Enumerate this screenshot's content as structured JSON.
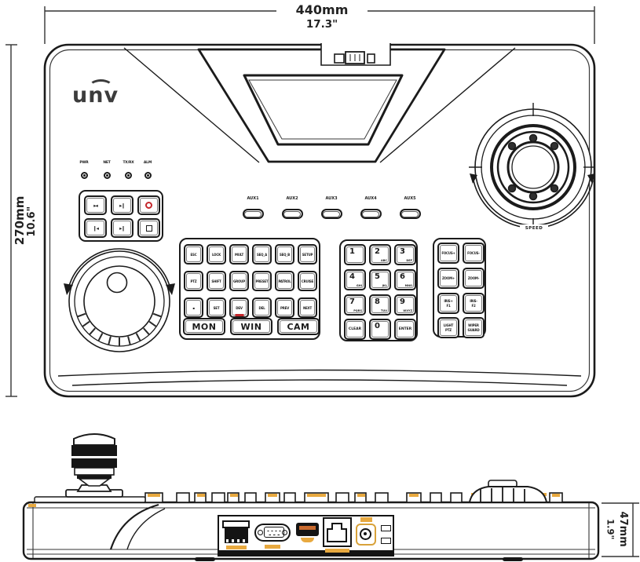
{
  "dims": {
    "top_mm": "440mm",
    "top_in": "17.3\"",
    "left_mm": "270mm",
    "left_in": "10.6\"",
    "side_mm": "47mm",
    "side_in": "1.9\""
  },
  "logo": "unv",
  "leds": {
    "labels": [
      "PWR",
      "NET",
      "TX/RX",
      "ALM"
    ]
  },
  "playback": {
    "keys": [
      {
        "icon": "reverse-play-icon",
        "glyph": "▸◂"
      },
      {
        "icon": "play-pause-icon",
        "glyph": "▸❙"
      },
      {
        "icon": "record-icon",
        "glyph": ""
      },
      {
        "icon": "prev-segment-icon",
        "glyph": "❙◂"
      },
      {
        "icon": "next-segment-icon",
        "glyph": "▸❙"
      },
      {
        "icon": "stop-icon",
        "glyph": ""
      }
    ]
  },
  "aux": {
    "labels": [
      "AUX1",
      "AUX2",
      "AUX3",
      "AUX4",
      "AUX5"
    ]
  },
  "main_keypad": {
    "rows": [
      [
        "ESC",
        "LOCK",
        "MULT",
        "SEQ_A",
        "SEQ_B",
        "SETUP"
      ],
      [
        "PTZ",
        "SHIFT",
        "GROUP",
        "PRESET",
        "PATROL",
        "CRUISE"
      ],
      [
        "▪",
        "SET",
        "DEV",
        "DEL",
        "PREV",
        "NEXT"
      ]
    ],
    "wide": [
      "MON",
      "WIN",
      "CAM"
    ]
  },
  "numpad": {
    "keys": [
      {
        "main": "1",
        "sub": ""
      },
      {
        "main": "2",
        "sub": "ABC"
      },
      {
        "main": "3",
        "sub": "DEF"
      },
      {
        "main": "4",
        "sub": "GHI"
      },
      {
        "main": "5",
        "sub": "JKL"
      },
      {
        "main": "6",
        "sub": "MNO"
      },
      {
        "main": "7",
        "sub": "PQRS"
      },
      {
        "main": "8",
        "sub": "TUV"
      },
      {
        "main": "9",
        "sub": "WXYZ"
      },
      {
        "main": "CLEAR",
        "sub": ""
      },
      {
        "main": "0",
        "sub": ""
      },
      {
        "main": "ENTER",
        "sub": ""
      }
    ]
  },
  "ptz_keypad": {
    "keys": [
      {
        "l1": "FOCUS+",
        "l2": ""
      },
      {
        "l1": "FOCUS-",
        "l2": ""
      },
      {
        "l1": "ZOOM+",
        "l2": ""
      },
      {
        "l1": "ZOOM-",
        "l2": ""
      },
      {
        "l1": "IRIS+",
        "l2": "F1"
      },
      {
        "l1": "IRIS-",
        "l2": "F2"
      },
      {
        "l1": "LIGHT",
        "l2": "PTZ"
      },
      {
        "l1": "WIPER",
        "l2": "GUARD"
      }
    ]
  },
  "joystick": {
    "speed_label": "SPEED"
  },
  "side_view": {
    "ports": [
      "terminal-block",
      "db9-serial",
      "mini-usb",
      "rj45-network",
      "dc-power"
    ]
  },
  "colors": {
    "line": "#1b1b1b",
    "red": "#c5272c",
    "yellow": "#e8a93f",
    "orange": "#c96a2e"
  }
}
